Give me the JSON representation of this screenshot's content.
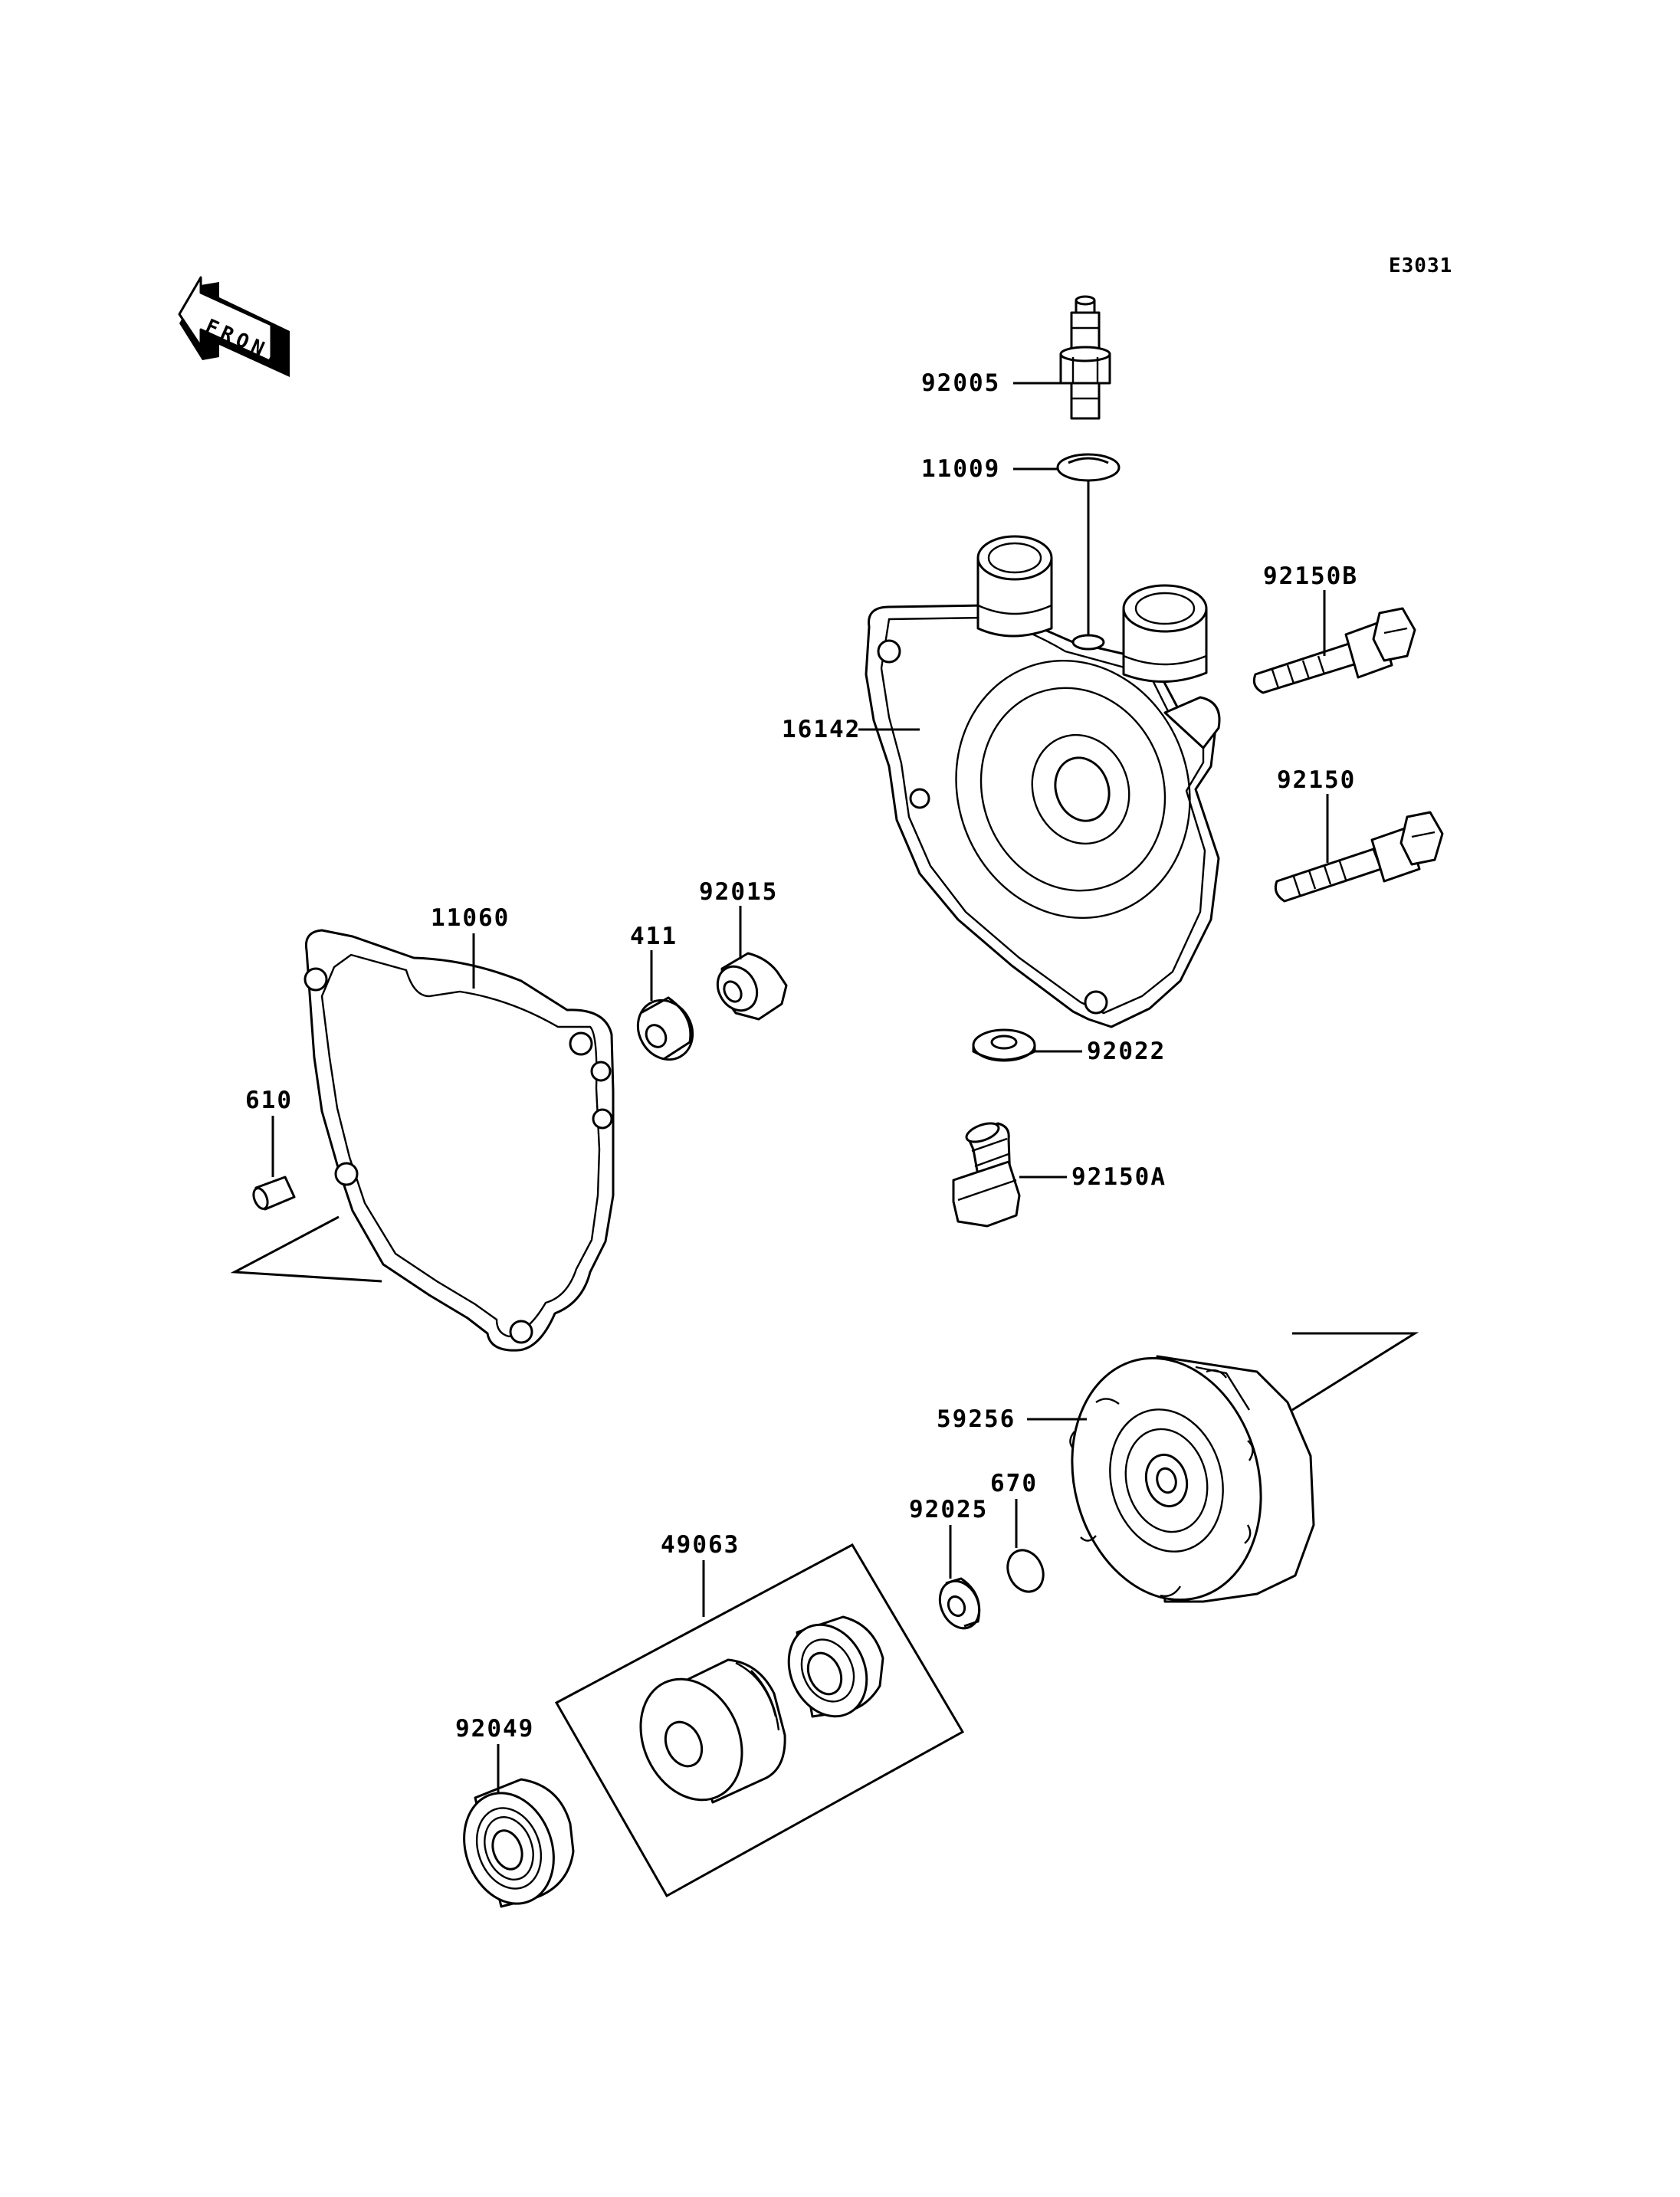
{
  "diagram_code": "E3031",
  "front_arrow_text": "FRONT",
  "parts": {
    "p92005": "92005",
    "p11009": "11009",
    "p92150B": "92150B",
    "p16142": "16142",
    "p92150": "92150",
    "p11060": "11060",
    "p411": "411",
    "p92015": "92015",
    "p610": "610",
    "p92022": "92022",
    "p92150A": "92150A",
    "p59256": "59256",
    "p670": "670",
    "p92025": "92025",
    "p49063": "49063",
    "p92049": "92049"
  }
}
